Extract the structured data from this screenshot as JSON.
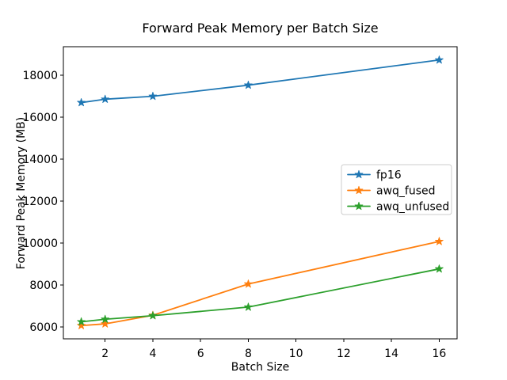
{
  "chart_data": {
    "type": "line",
    "title": "Forward Peak Memory per Batch Size",
    "xlabel": "Batch Size",
    "ylabel": "Forward Peak Memory (MB)",
    "x": [
      1,
      2,
      4,
      8,
      16
    ],
    "series": [
      {
        "name": "fp16",
        "color": "#1f77b4",
        "values": [
          16700,
          16860,
          17000,
          17530,
          18730
        ]
      },
      {
        "name": "awq_fused",
        "color": "#ff7f0e",
        "values": [
          6070,
          6150,
          6560,
          8050,
          10080
        ]
      },
      {
        "name": "awq_unfused",
        "color": "#2ca02c",
        "values": [
          6250,
          6370,
          6540,
          6950,
          8770
        ]
      }
    ],
    "xticks": [
      2,
      4,
      6,
      8,
      10,
      12,
      14,
      16
    ],
    "yticks": [
      6000,
      8000,
      10000,
      12000,
      14000,
      16000,
      18000
    ],
    "xlim": [
      0.25,
      16.75
    ],
    "ylim": [
      5437,
      19363
    ],
    "grid": false,
    "marker": "star",
    "legend_position": "center right",
    "legend_labels": [
      "fp16",
      "awq_fused",
      "awq_unfused"
    ],
    "background_color": "#ffffff",
    "axis_color": "#000000",
    "legend_border_color": "#cccccc"
  }
}
